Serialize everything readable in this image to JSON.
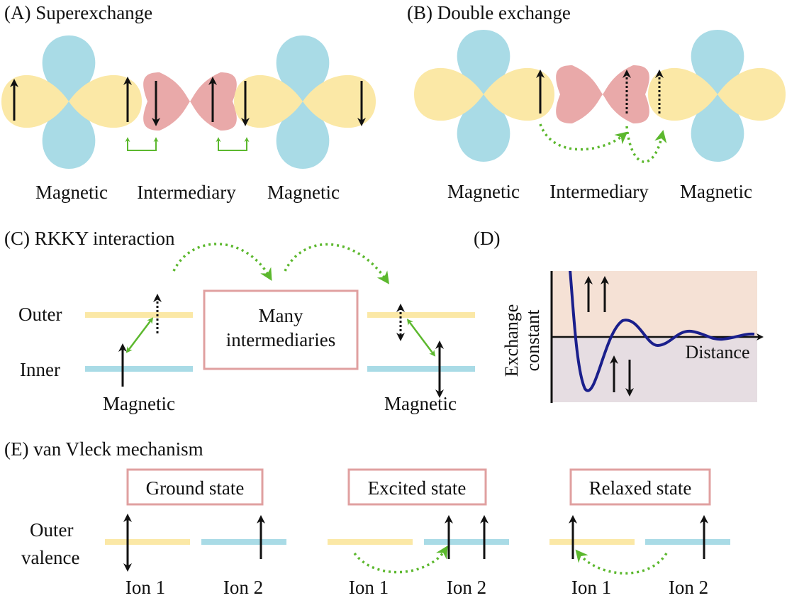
{
  "panels": {
    "a": {
      "title": "(A) Superexchange",
      "labels": [
        "Magnetic",
        "Intermediary",
        "Magnetic"
      ]
    },
    "b": {
      "title": "(B) Double exchange",
      "labels": [
        "Magnetic",
        "Intermediary",
        "Magnetic"
      ]
    },
    "c": {
      "title": "(C)  RKKY interaction",
      "outer_label": "Outer",
      "inner_label": "Inner",
      "box_line1": "Many",
      "box_line2": "intermediaries",
      "left_label": "Magnetic",
      "right_label": "Magnetic"
    },
    "d": {
      "title": "(D)",
      "ylabel_line1": "Exchange",
      "ylabel_line2": "constant",
      "xlabel": "Distance"
    },
    "e": {
      "title": "(E)  van Vleck mechanism",
      "states": [
        "Ground state",
        "Excited state",
        "Relaxed state"
      ],
      "level_label_line1": "Outer",
      "level_label_line2": "valence",
      "ion_labels": [
        "Ion 1",
        "Ion 2",
        "Ion 1",
        "Ion 2",
        "Ion 1",
        "Ion 2"
      ]
    }
  },
  "colors": {
    "yellow_lobe": "#fbe8a6",
    "blue_lobe": "#a9dbe6",
    "pink_lobe": "#e9a9a9",
    "green_arrow": "#5cb82e",
    "box_border": "#e0a0a0",
    "curve": "#1a1f8c",
    "region_positive": "#f5e1d5",
    "region_negative": "#e6dde2"
  }
}
